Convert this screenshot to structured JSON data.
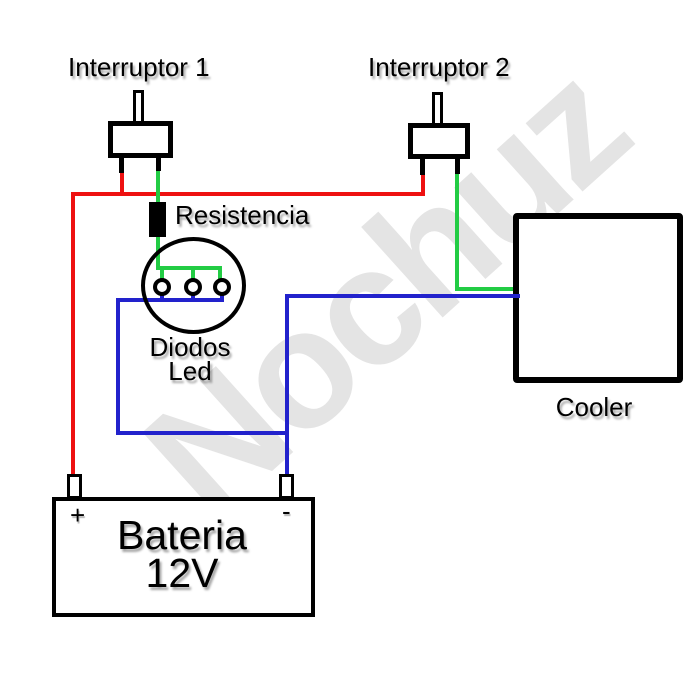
{
  "diagram": {
    "components": {
      "switch1_label": "Interruptor 1",
      "switch2_label": "Interruptor 2",
      "resistor_label": "Resistencia",
      "led_label_line1": "Diodos",
      "led_label_line2": "Led",
      "cooler_label": "Cooler",
      "battery_label_line1": "Bateria",
      "battery_label_line2": "12V",
      "battery_plus_sign": "+",
      "battery_minus_sign": "-"
    },
    "watermark_text": "Nochuz",
    "colors": {
      "wire_positive_red": "#ee1111",
      "wire_negative_blue": "#2222cc",
      "wire_switched_green": "#22cc44",
      "component_outline": "#000000",
      "watermark_gray": "#e4e4e4",
      "background": "#ffffff"
    }
  }
}
